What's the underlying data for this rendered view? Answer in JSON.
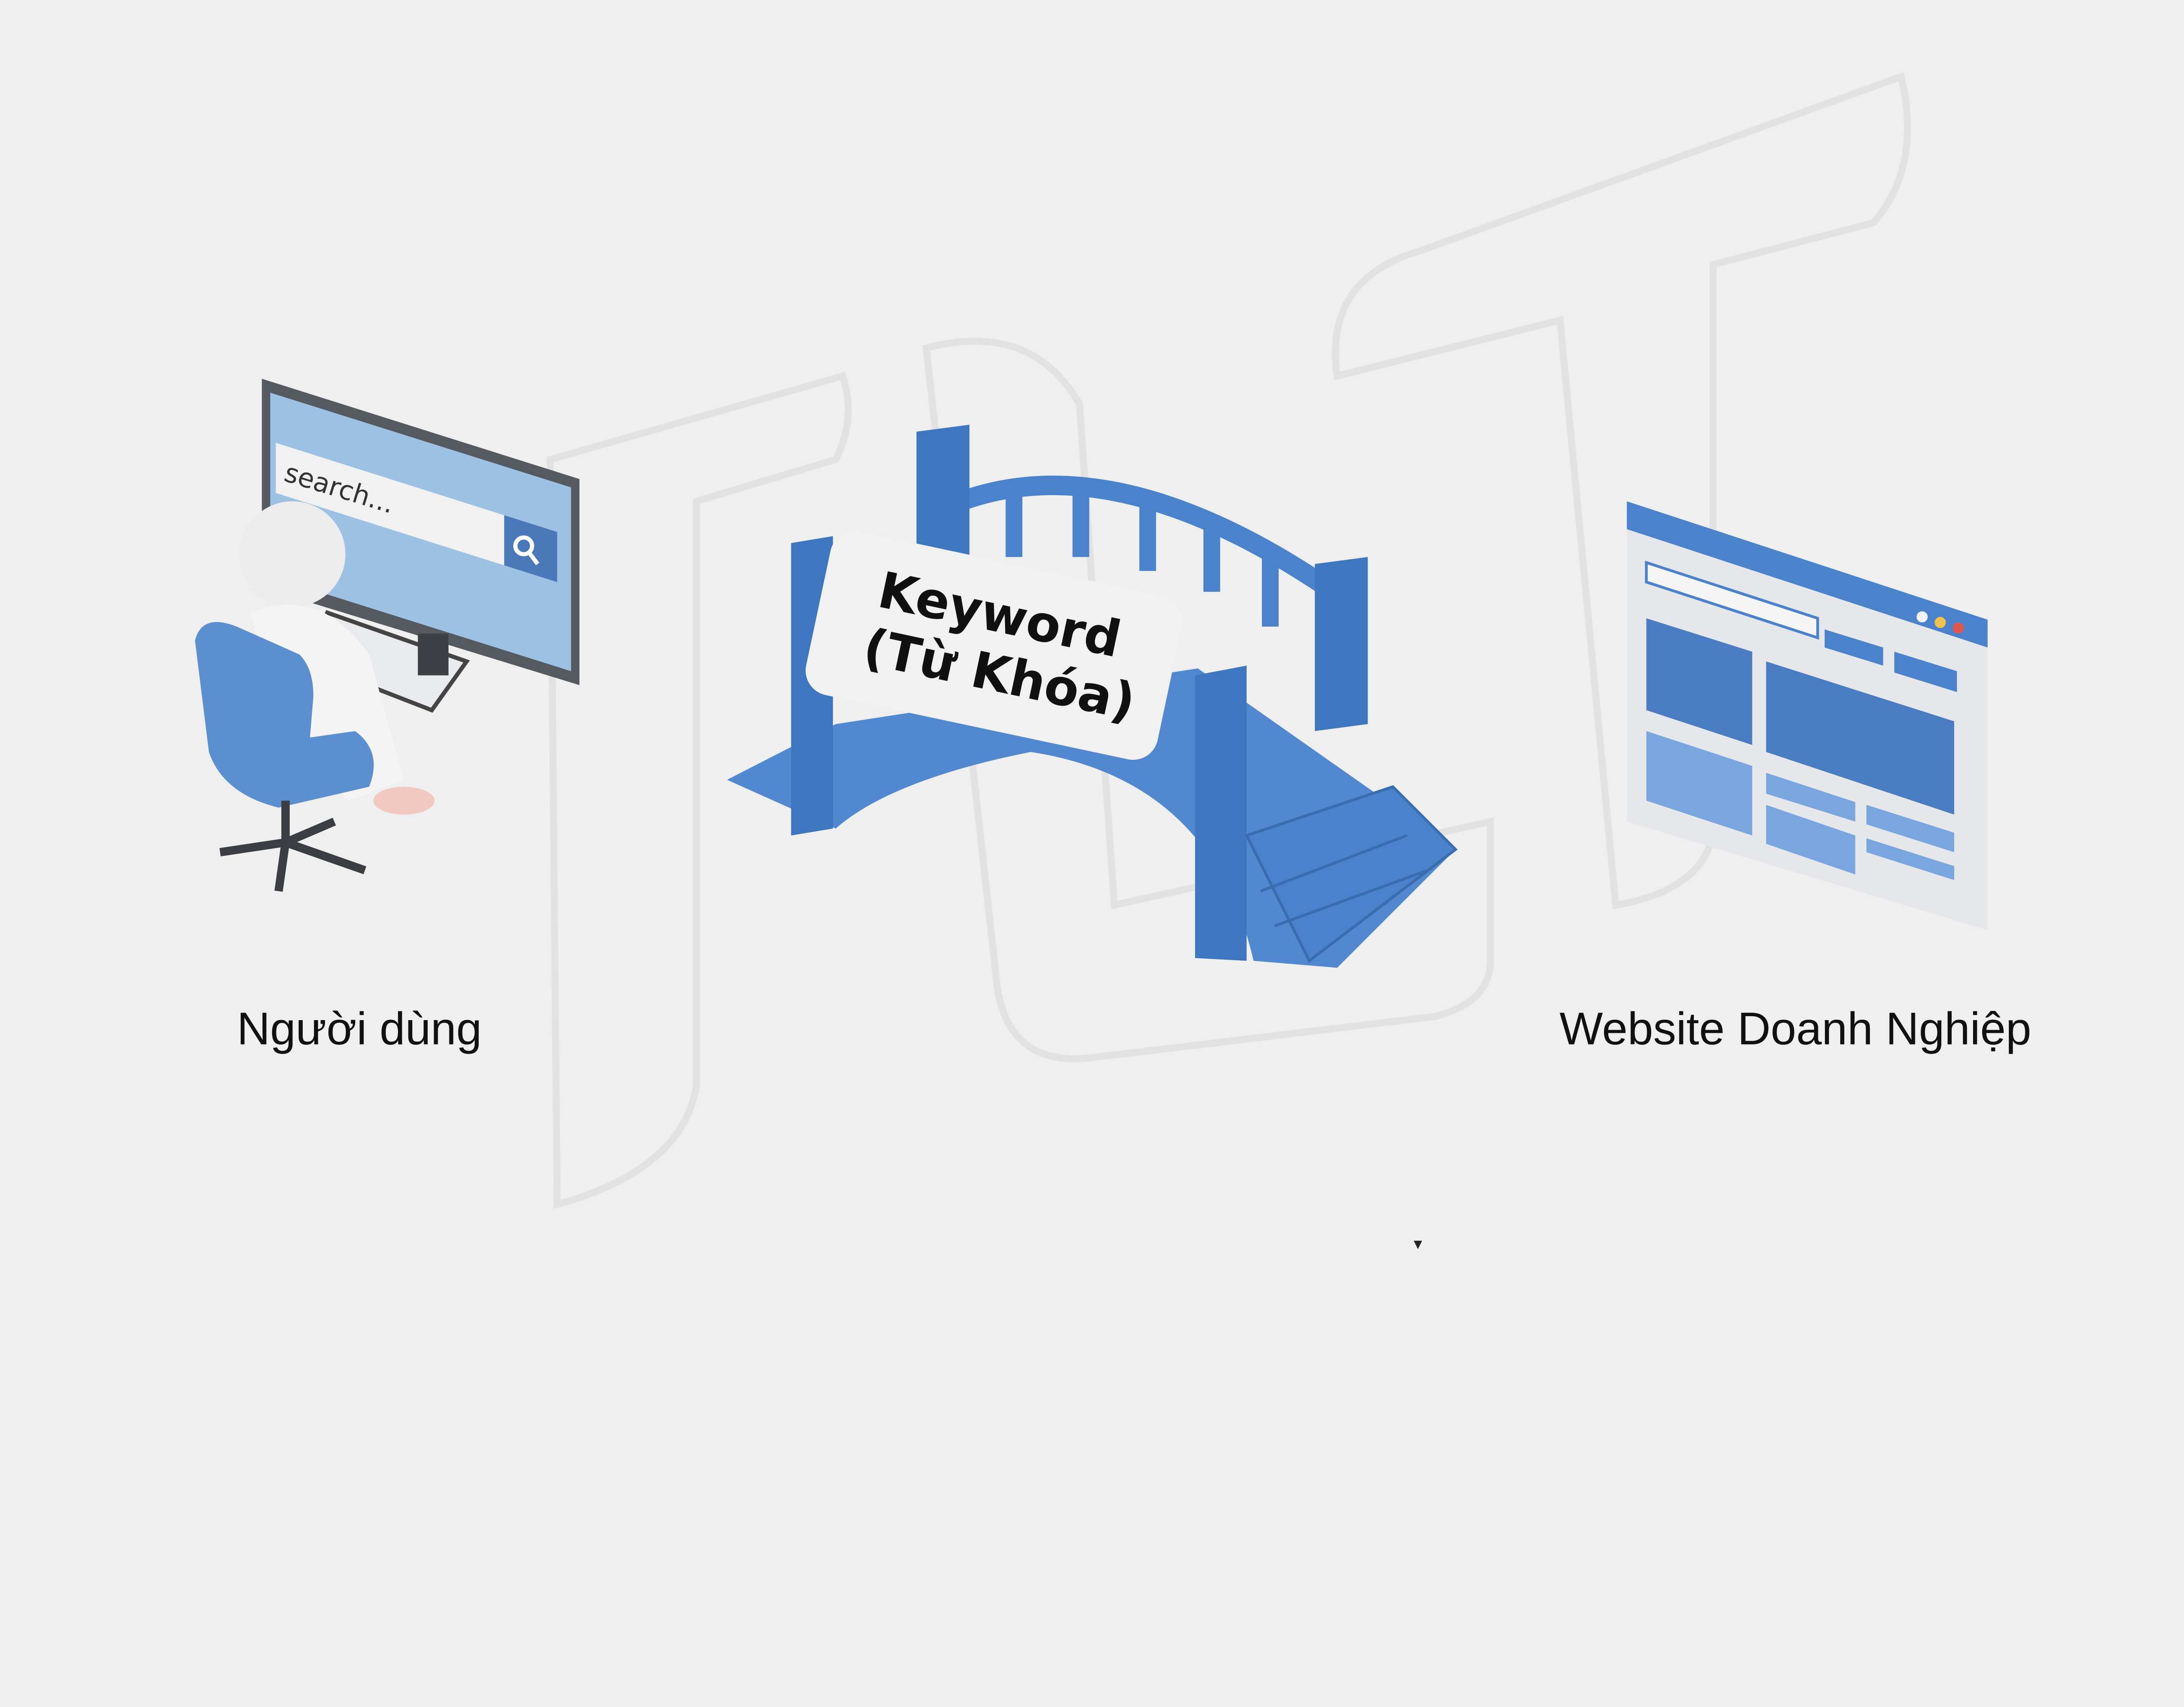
{
  "scene": {
    "user_label": "Người dùng",
    "website_label": "Website Doanh Nghiệp",
    "search_placeholder": "search...",
    "sign_line1": "Keyword",
    "sign_line2": "(Từ Khóa)",
    "watermark_text": "TLT"
  },
  "colors": {
    "background": "#efefef",
    "primary_blue": "#4a82cc",
    "light_blue": "#9dc1e3",
    "text": "#111111"
  }
}
